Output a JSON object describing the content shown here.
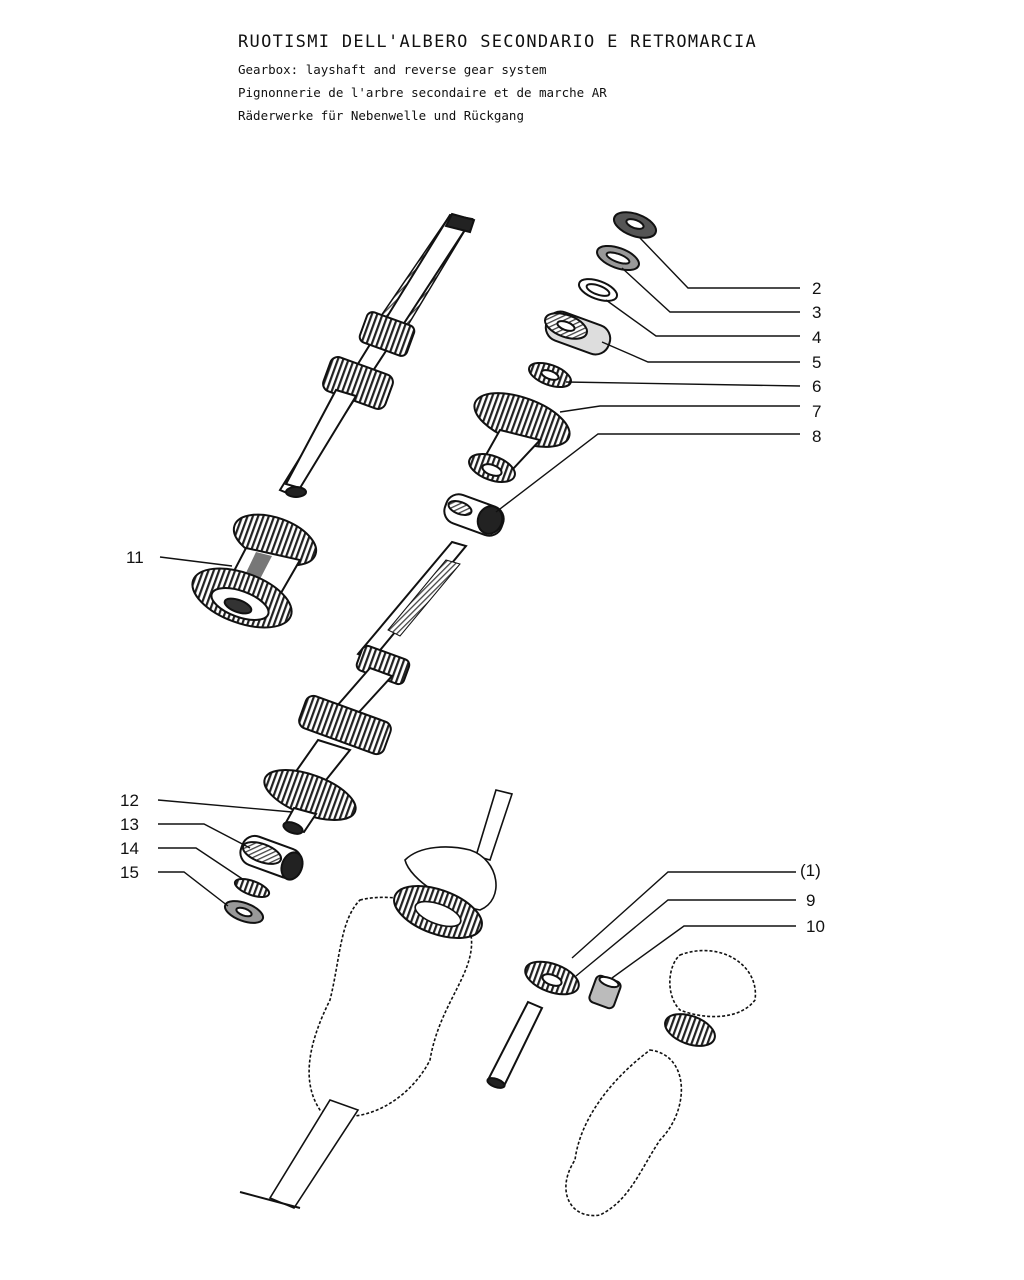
{
  "title": "RUOTISMI DELL'ALBERO SECONDARIO E RETROMARCIA",
  "subtitles": [
    "Gearbox: layshaft and reverse gear system",
    "Pignonnerie de l'arbre secondaire et de marche AR",
    "Räderwerke für Nebenwelle und Rückgang"
  ],
  "callouts": {
    "c2": "2",
    "c3": "3",
    "c4": "4",
    "c5": "5",
    "c6": "6",
    "c7": "7",
    "c8": "8",
    "c11": "11",
    "c12": "12",
    "c13": "13",
    "c14": "14",
    "c15": "15",
    "c1": "(1)",
    "c9": "9",
    "c10": "10"
  }
}
